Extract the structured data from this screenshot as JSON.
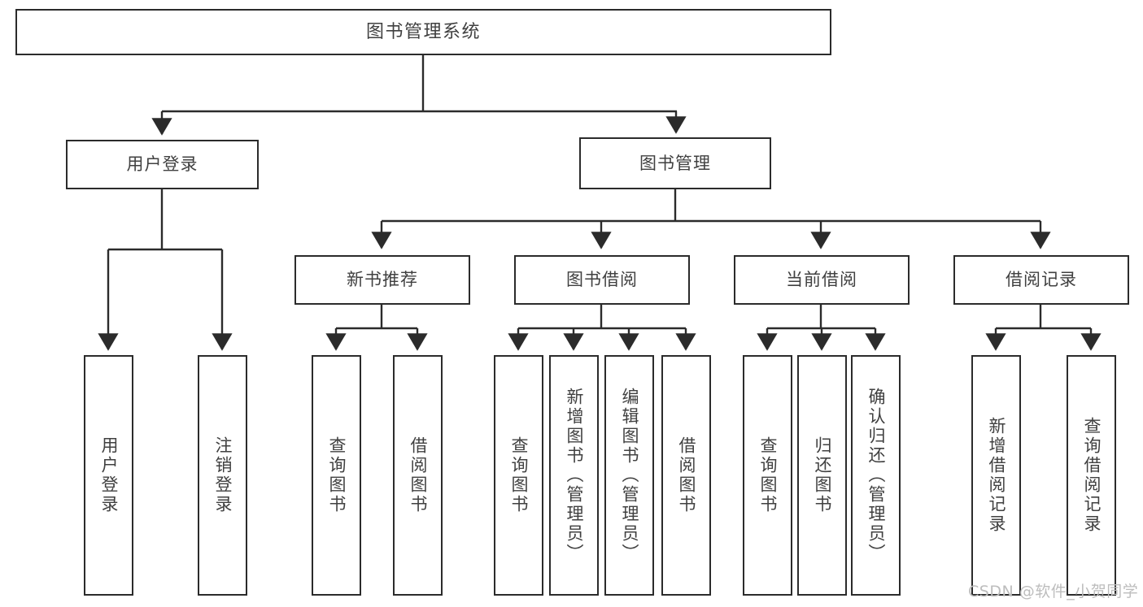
{
  "diagram": {
    "title": "图书管理系统",
    "type": "functional-structure-tree",
    "watermark": "CSDN @软件_小贺同学",
    "line_color": "#2b2b2b",
    "text_color": "#404040",
    "background": "#ffffff",
    "levels": [
      {
        "level": 0,
        "nodes": [
          {
            "id": "root",
            "label": "图书管理系统",
            "orientation": "horizontal"
          }
        ]
      },
      {
        "level": 1,
        "nodes": [
          {
            "id": "login",
            "label": "用户登录",
            "orientation": "horizontal",
            "parent": "root"
          },
          {
            "id": "bookmgmt",
            "label": "图书管理",
            "orientation": "horizontal",
            "parent": "root"
          }
        ]
      },
      {
        "level": 2,
        "nodes": [
          {
            "id": "newbook",
            "label": "新书推荐",
            "orientation": "horizontal",
            "parent": "bookmgmt"
          },
          {
            "id": "borrow",
            "label": "图书借阅",
            "orientation": "horizontal",
            "parent": "bookmgmt"
          },
          {
            "id": "current",
            "label": "当前借阅",
            "orientation": "horizontal",
            "parent": "bookmgmt"
          },
          {
            "id": "record",
            "label": "借阅记录",
            "orientation": "horizontal",
            "parent": "bookmgmt"
          }
        ]
      },
      {
        "level": 3,
        "nodes": [
          {
            "id": "leaf1",
            "label": "用户登录",
            "orientation": "vertical",
            "parent": "login"
          },
          {
            "id": "leaf2",
            "label": "注销登录",
            "orientation": "vertical",
            "parent": "login"
          },
          {
            "id": "leaf3",
            "label": "查询图书",
            "orientation": "vertical",
            "parent": "newbook"
          },
          {
            "id": "leaf4",
            "label": "借阅图书",
            "orientation": "vertical",
            "parent": "newbook"
          },
          {
            "id": "leaf5",
            "label": "查询图书",
            "orientation": "vertical",
            "parent": "borrow"
          },
          {
            "id": "leaf6",
            "label": "新增图书（管理员）",
            "orientation": "vertical",
            "parent": "borrow"
          },
          {
            "id": "leaf7",
            "label": "编辑图书（管理员）",
            "orientation": "vertical",
            "parent": "borrow"
          },
          {
            "id": "leaf8",
            "label": "借阅图书",
            "orientation": "vertical",
            "parent": "borrow"
          },
          {
            "id": "leaf9",
            "label": "查询图书",
            "orientation": "vertical",
            "parent": "current"
          },
          {
            "id": "leaf10",
            "label": "归还图书",
            "orientation": "vertical",
            "parent": "current"
          },
          {
            "id": "leaf11",
            "label": "确认归还（管理员）",
            "orientation": "vertical",
            "parent": "current"
          },
          {
            "id": "leaf12",
            "label": "新增借阅记录",
            "orientation": "vertical",
            "parent": "record"
          },
          {
            "id": "leaf13",
            "label": "查询借阅记录",
            "orientation": "vertical",
            "parent": "record"
          }
        ]
      }
    ]
  }
}
